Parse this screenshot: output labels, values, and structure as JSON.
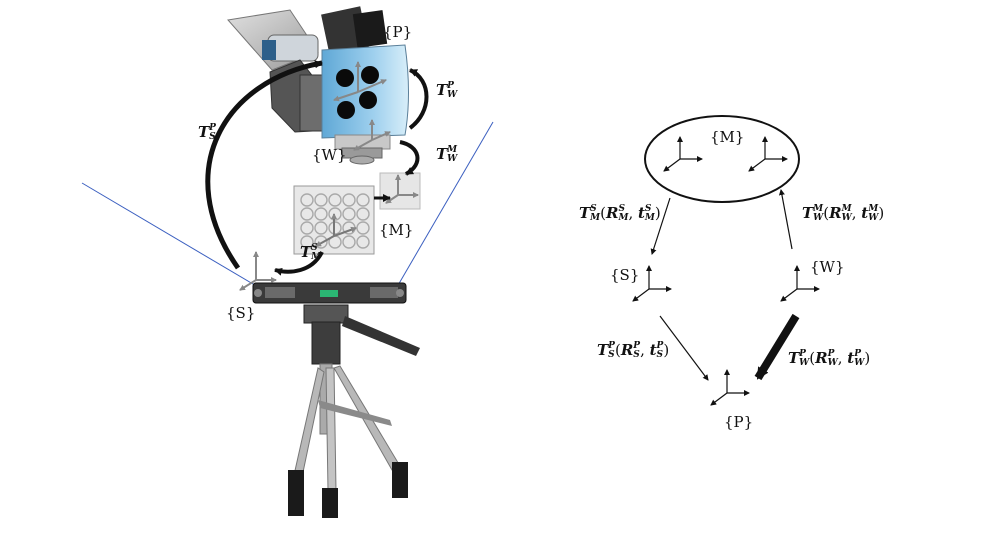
{
  "photo": {
    "frames": {
      "P": "{P}",
      "W": "{W}",
      "M": "{M}",
      "S": "{S}"
    },
    "transforms": {
      "TWP": {
        "base": "T",
        "sup": "P",
        "sub": "W"
      },
      "TWM": {
        "base": "T",
        "sup": "M",
        "sub": "W"
      },
      "TSP": {
        "base": "T",
        "sup": "P",
        "sub": "S"
      },
      "TMS": {
        "base": "T",
        "sup": "S",
        "sub": "M"
      }
    }
  },
  "graph": {
    "frames": {
      "M": "{M}",
      "S": "{S}",
      "W": "{W}",
      "P": "{P}"
    },
    "edges": {
      "M_to_S": {
        "T": "T",
        "Tsup": "S",
        "Tsub": "M",
        "R": "R",
        "Rsup": "S",
        "Rsub": "M",
        "t": "t",
        "tsup": "S",
        "tsub": "M"
      },
      "W_to_M": {
        "T": "T",
        "Tsup": "M",
        "Tsub": "W",
        "R": "R",
        "Rsup": "M",
        "Rsub": "W",
        "t": "t",
        "tsup": "M",
        "tsub": "W"
      },
      "S_to_P": {
        "T": "T",
        "Tsup": "P",
        "Tsub": "S",
        "R": "R",
        "Rsup": "P",
        "Rsub": "S",
        "t": "t",
        "tsup": "P",
        "tsub": "S"
      },
      "W_to_P": {
        "T": "T",
        "Tsup": "P",
        "Tsub": "W",
        "R": "R",
        "Rsup": "P",
        "Rsub": "W",
        "t": "t",
        "tsup": "P",
        "tsub": "W"
      }
    }
  }
}
